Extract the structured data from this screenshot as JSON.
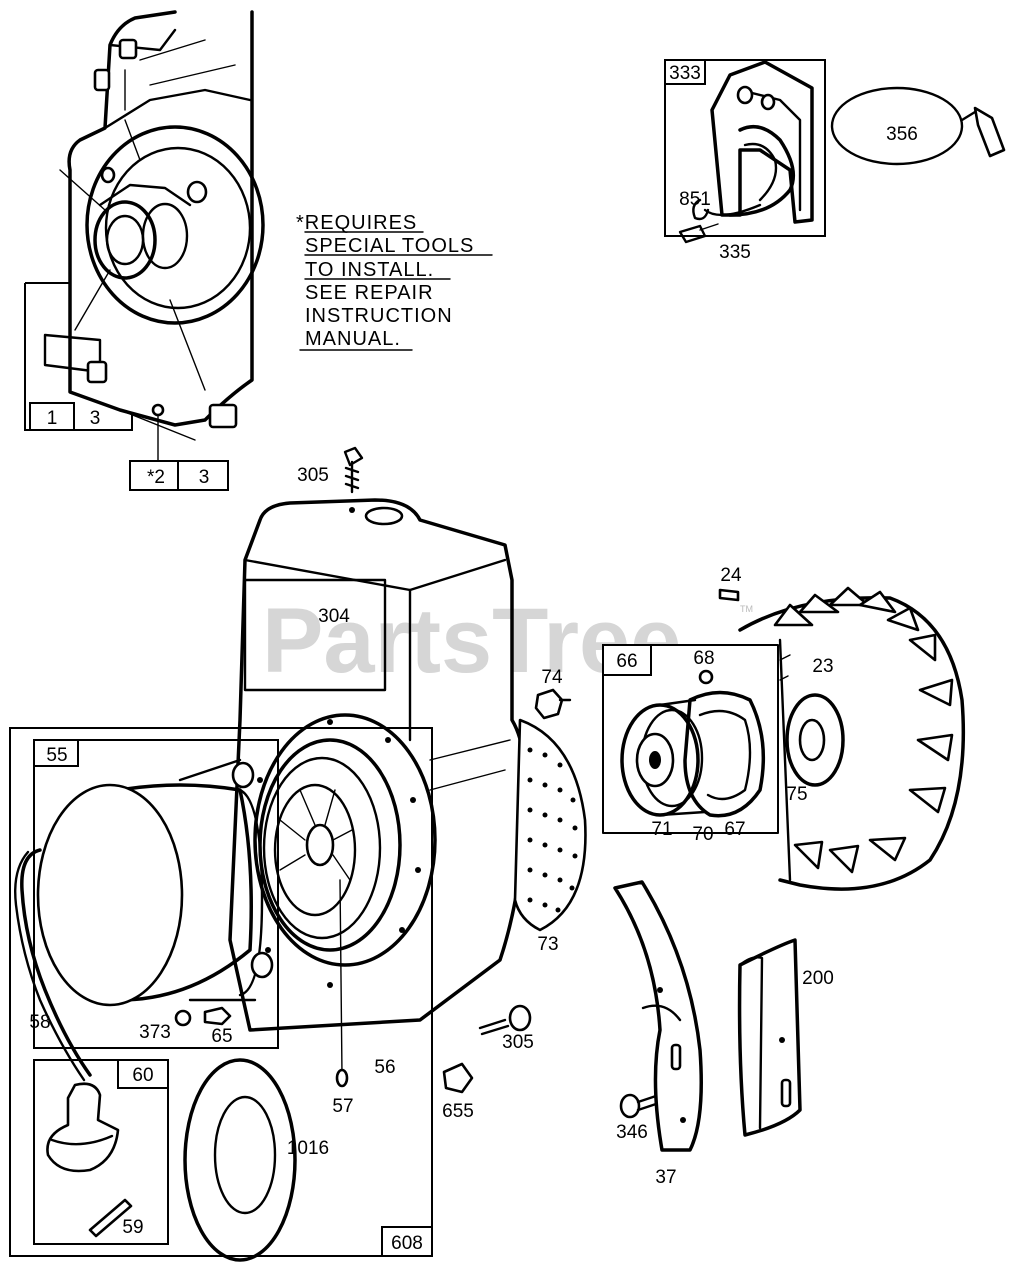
{
  "watermark": {
    "text": "PartsTree",
    "tm": "TM"
  },
  "note": {
    "lines": [
      "*REQUIRES",
      "SPECIAL TOOLS",
      "TO INSTALL.",
      "SEE REPAIR",
      "INSTRUCTION",
      "MANUAL."
    ]
  },
  "parts": {
    "p1": "1",
    "p3a": "3",
    "p2": "*2",
    "p3b": "3",
    "p333": "333",
    "p356": "356",
    "p851": "851",
    "p335": "335",
    "p305a": "305",
    "p304": "304",
    "p24": "24",
    "p23": "23",
    "p66": "66",
    "p68": "68",
    "p74": "74",
    "p75": "75",
    "p71": "71",
    "p70": "70",
    "p67": "67",
    "p55": "55",
    "p58": "58",
    "p373": "373",
    "p65": "65",
    "p56": "56",
    "p73": "73",
    "p305b": "305",
    "p57": "57",
    "p655": "655",
    "p60": "60",
    "p1016": "1016",
    "p59": "59",
    "p608": "608",
    "p346": "346",
    "p37": "37",
    "p200": "200"
  }
}
